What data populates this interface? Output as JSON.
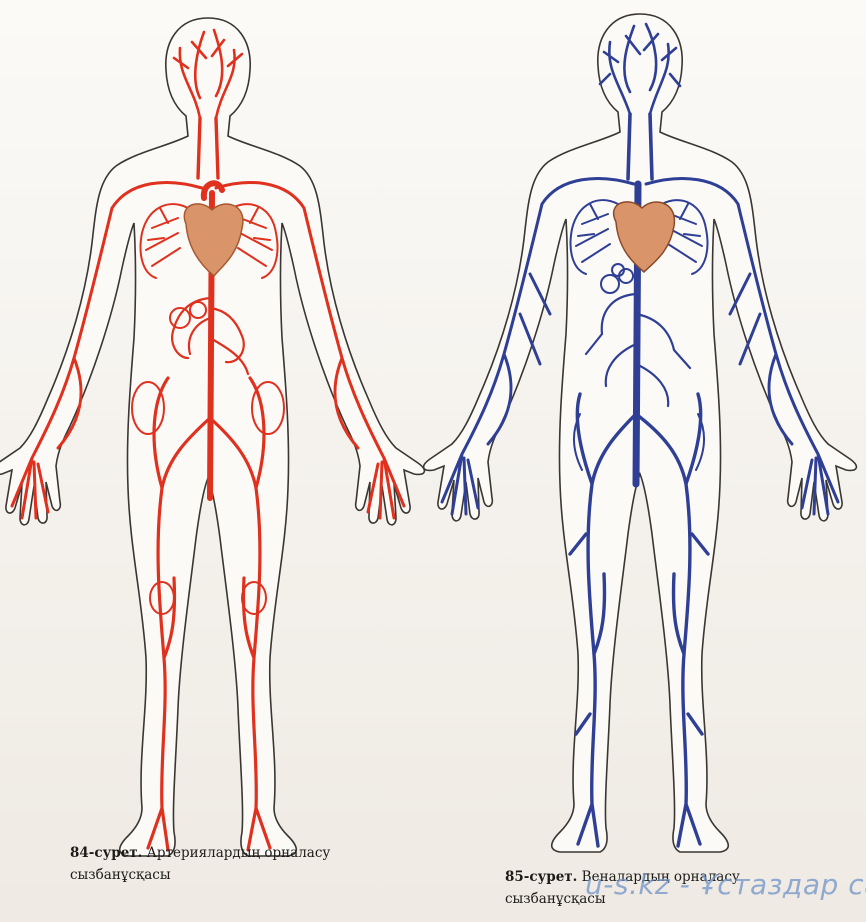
{
  "figures": {
    "arteries": {
      "caption_number": "84-сурет.",
      "caption_title": "Артериялардың орналасу",
      "caption_line2": "сызбанұсқасы",
      "vessel_color": "#e0301e",
      "organ_color": "#d9946a"
    },
    "veins": {
      "caption_number": "85-сурет.",
      "caption_title": "Веналардың орналасу",
      "caption_line2": "сызбанұсқасы",
      "vessel_color": "#2f3f95",
      "organ_color": "#d9946a"
    }
  },
  "watermark": "u-s.kz - Ұстаздар сайты"
}
